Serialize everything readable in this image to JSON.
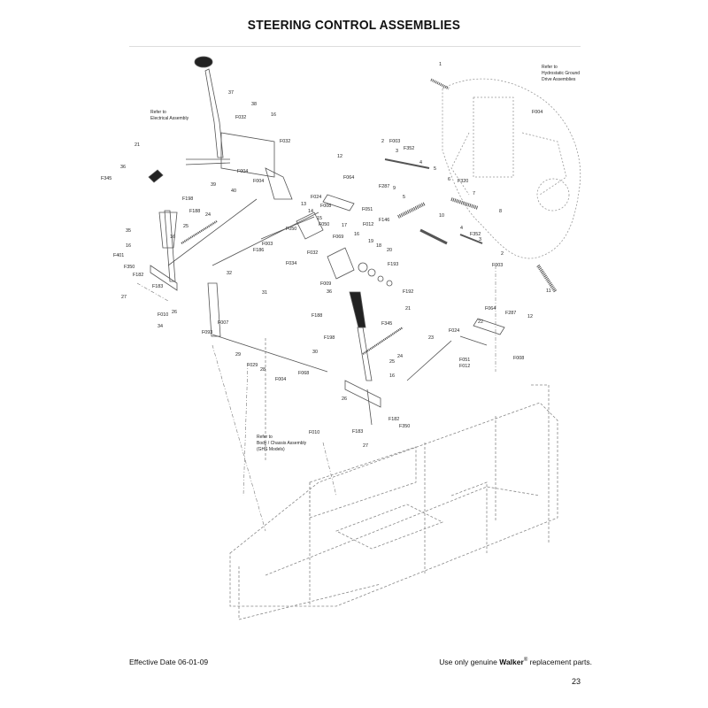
{
  "page": {
    "title": "STEERING CONTROL ASSEMBLIES",
    "footer_left": "Effective Date 06-01-09",
    "footer_right_pre": "Use only genuine ",
    "footer_right_brand": "Walker",
    "footer_right_mark": "®",
    "footer_right_post": " replacement parts.",
    "page_number": "23"
  },
  "notes": {
    "electrical": [
      "Refer to",
      "Electrical Assembly"
    ],
    "hydrostatic": [
      "Refer to",
      "Hydrostatic Ground",
      "Drive Assemblies"
    ],
    "chassis": [
      "Refer to",
      "Body / Chassis Assembly",
      "(GHS Models)"
    ]
  },
  "callouts": [
    "1",
    "37",
    "38",
    "F032",
    "16",
    "F032",
    "F004",
    "F004",
    "39",
    "21",
    "36",
    "F345",
    "F198",
    "F188",
    "40",
    "24",
    "25",
    "16",
    "35",
    "16",
    "F401",
    "F350",
    "F182",
    "F183",
    "27",
    "F010",
    "26",
    "34",
    "F093",
    "F007",
    "32",
    "F186",
    "31",
    "F003",
    "F050",
    "13",
    "14",
    "15",
    "F050",
    "F024",
    "F008",
    "12",
    "F064",
    "2",
    "F003",
    "F352",
    "3",
    "4",
    "5",
    "6",
    "F320",
    "7",
    "8",
    "F287",
    "9",
    "5",
    "F051",
    "F146",
    "10",
    "16",
    "17",
    "F012",
    "F069",
    "F032",
    "F034",
    "F009",
    "36",
    "19",
    "18",
    "20",
    "F193",
    "F192",
    "F188",
    "21",
    "F345",
    "F198",
    "24",
    "25",
    "16",
    "26",
    "F183",
    "F182",
    "F350",
    "27",
    "F010",
    "23",
    "30",
    "29",
    "F029",
    "28",
    "F004",
    "F068",
    "F064",
    "F287",
    "12",
    "22",
    "F024",
    "F051",
    "F012",
    "F008",
    "11",
    "4",
    "F352",
    "3",
    "F003",
    "2",
    "F004"
  ]
}
